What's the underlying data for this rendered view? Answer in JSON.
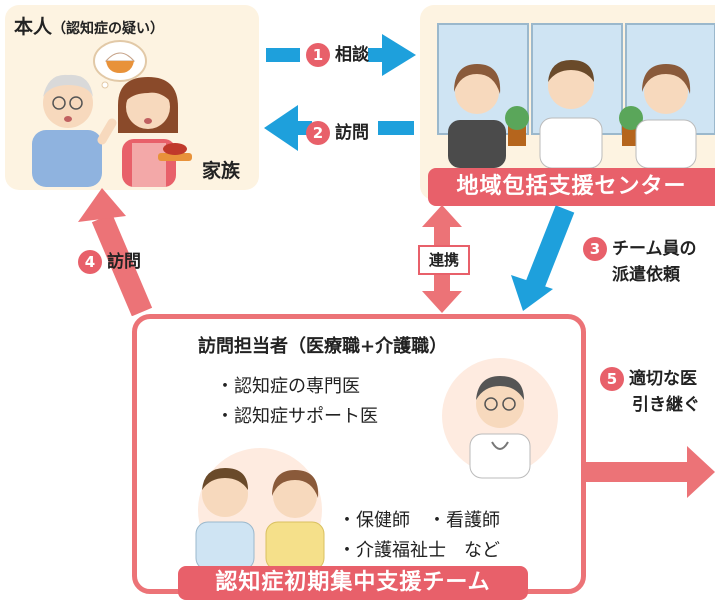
{
  "person": {
    "title": "本人",
    "subtitle": "（認知症の疑い）"
  },
  "family": {
    "label": "家族"
  },
  "center": {
    "banner": "地域包括支援センター"
  },
  "flows": {
    "consult": {
      "num": "1",
      "label": "相談"
    },
    "visit": {
      "num": "2",
      "label": "訪問"
    },
    "dispatch": {
      "num": "3",
      "line1": "チーム員の",
      "line2": "派遣依頼"
    },
    "visit2": {
      "num": "4",
      "label": "訪問"
    },
    "handover": {
      "num": "5",
      "line1": "適切な医",
      "line2": "引き継ぐ"
    },
    "coop": {
      "label": "連携"
    }
  },
  "team": {
    "header": "訪問担当者（医療職+介護職）",
    "doctors": [
      "・認知症の専門医",
      "・認知症サポート医"
    ],
    "staff_line1": "・保健師　・看護師",
    "staff_line2": "・介護福祉士　など",
    "banner": "認知症初期集中支援チーム"
  },
  "colors": {
    "accent": "#e8606a",
    "blue": "#1ea0dc",
    "pink": "#ec7377",
    "cream": "#fdf3e1"
  }
}
